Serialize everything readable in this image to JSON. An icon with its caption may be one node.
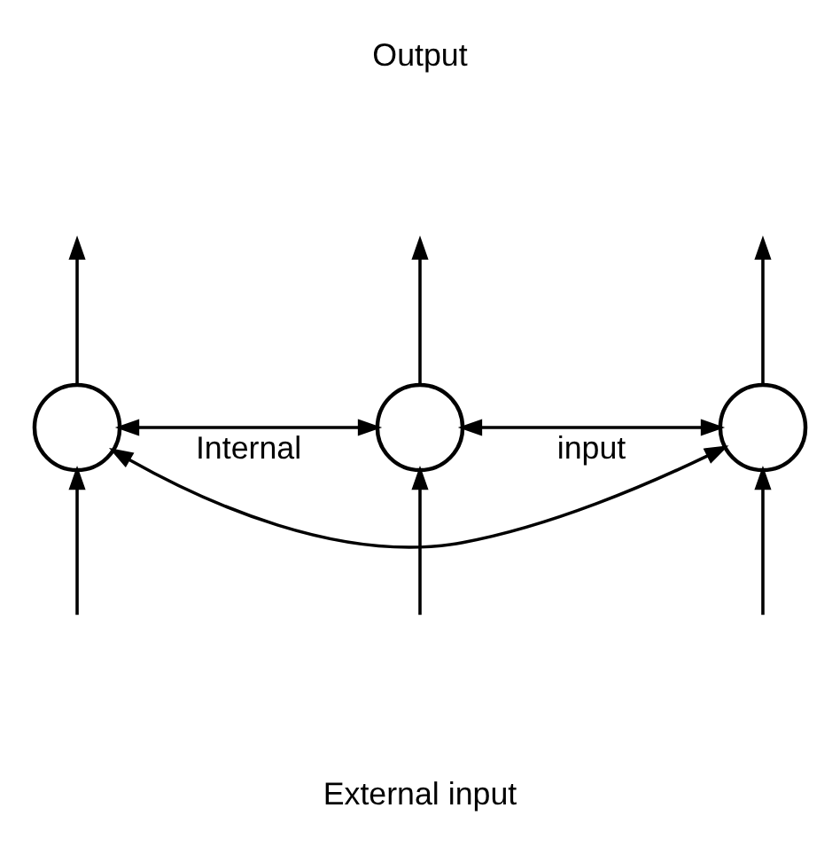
{
  "diagram": {
    "nodes": [
      {
        "text": [],
        "shape": "circle"
      },
      {
        "text": [],
        "shape": "circle"
      },
      {
        "text": [],
        "shape": "circle"
      }
    ],
    "edges": [
      {
        "from": null,
        "to": 0,
        "arrow": "to"
      },
      {
        "from": null,
        "to": 1,
        "arrow": "to"
      },
      {
        "from": null,
        "to": 2,
        "arrow": "to"
      },
      {
        "from": 0,
        "to": null,
        "arrow": "to"
      },
      {
        "from": 1,
        "to": null,
        "arrow": "to"
      },
      {
        "from": 2,
        "to": null,
        "arrow": "to"
      },
      {
        "from": 0,
        "to": 1,
        "arrow": "both",
        "label": "Internal"
      },
      {
        "from": 1,
        "to": 2,
        "arrow": "both",
        "label": "input"
      },
      {
        "from": 0,
        "to": 2,
        "arrow": "both"
      }
    ],
    "labels": [
      "Output",
      "External input"
    ]
  }
}
